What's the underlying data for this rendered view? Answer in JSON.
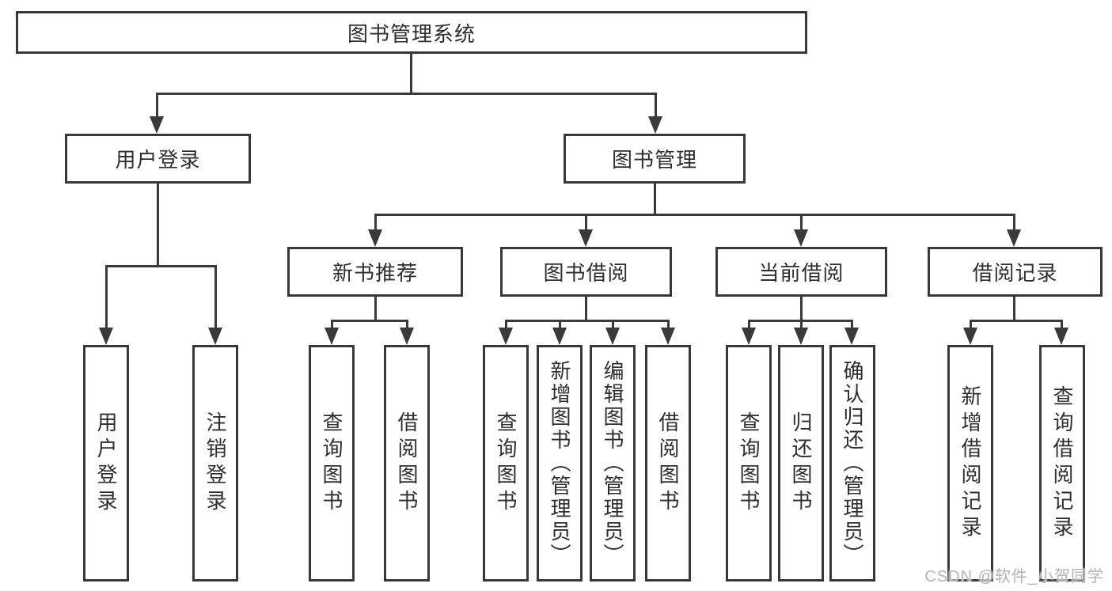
{
  "tree": {
    "root": "图书管理系统",
    "user_login": "用户登录",
    "book_mgmt": "图书管理",
    "new_book_rec": "新书推荐",
    "book_borrow": "图书借阅",
    "current_borrow": "当前借阅",
    "borrow_records": "借阅记录",
    "leaf_user_login": "用户登录",
    "leaf_logout": "注销登录",
    "leaf_nb_query": "查询图书",
    "leaf_nb_borrow": "借阅图书",
    "leaf_bb_query": "查询图书",
    "leaf_bb_add": "新增图书（管理员）",
    "leaf_bb_edit": "编辑图书（管理员）",
    "leaf_bb_borrow": "借阅图书",
    "leaf_cb_query": "查询图书",
    "leaf_cb_return": "归还图书",
    "leaf_cb_confirm": "确认归还（管理员）",
    "leaf_br_add": "新增借阅记录",
    "leaf_br_query": "查询借阅记录"
  },
  "watermark": "CSDN @软件_小贺同学",
  "colors": {
    "line": "#3a3a3a",
    "border": "#383838",
    "text": "#2e2e2e",
    "watermark": "#b3b3b3",
    "background": "#ffffff"
  }
}
